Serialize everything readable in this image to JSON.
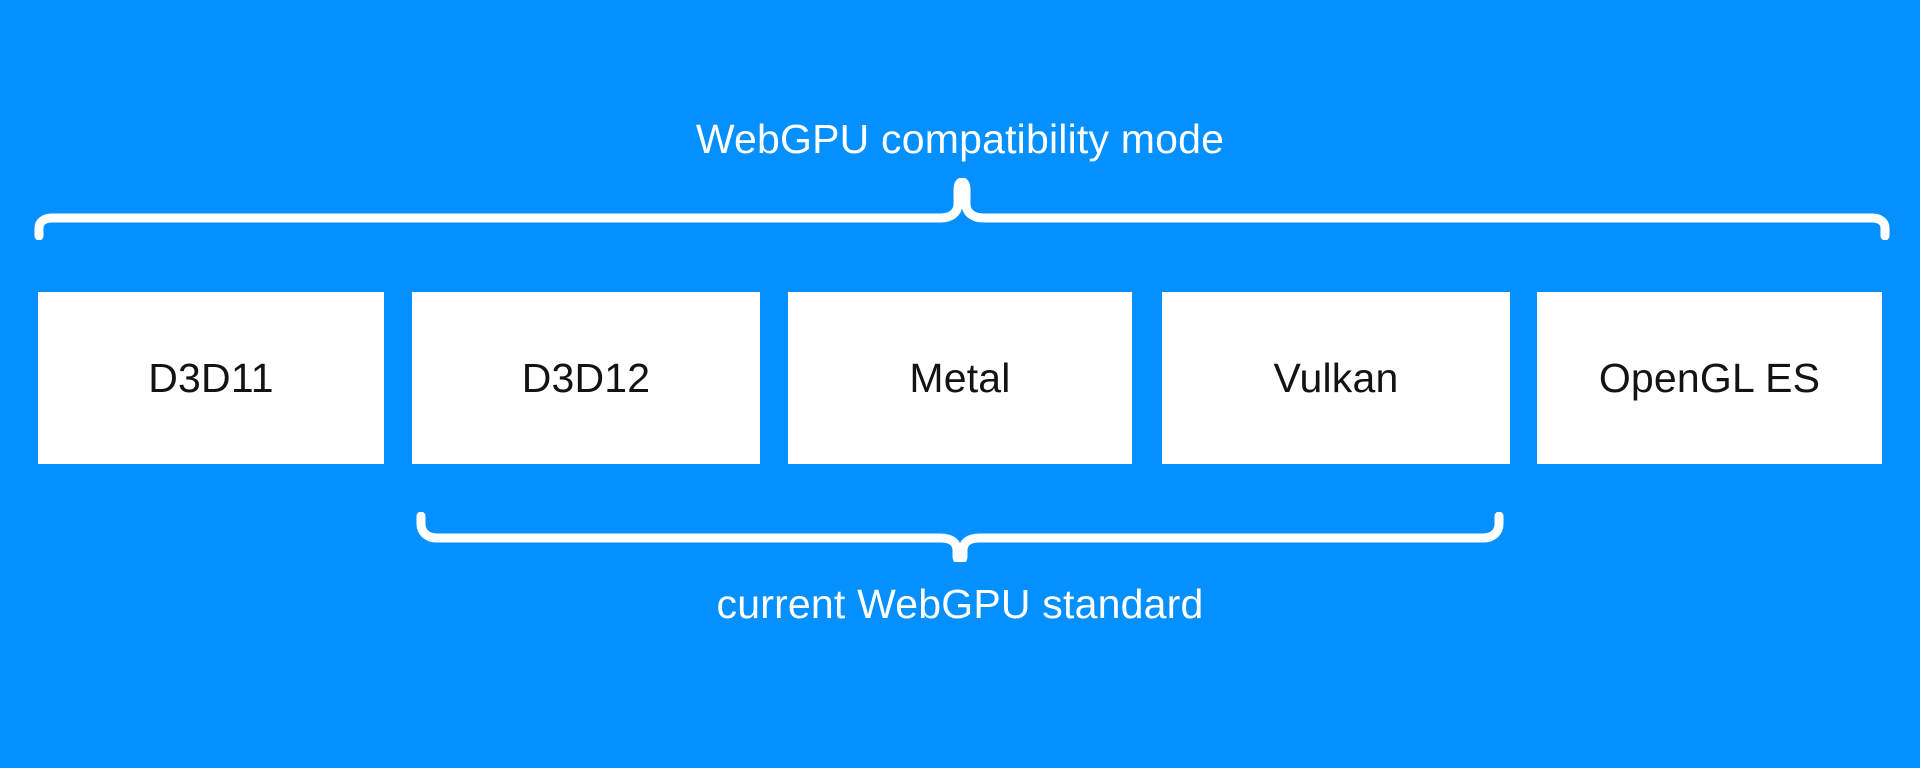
{
  "diagram": {
    "title": "WebGPU compatibility mode",
    "background_color": "#0590ff",
    "box_fill_color": "#ffffff",
    "box_text_color": "#131313",
    "brace_color": "#ffffff",
    "top_brace": {
      "label": "WebGPU compatibility mode",
      "position": "above",
      "spans_boxes": [
        "D3D11",
        "D3D12",
        "Metal",
        "Vulkan",
        "OpenGL ES"
      ]
    },
    "bottom_brace": {
      "label": "current WebGPU standard",
      "position": "below",
      "spans_boxes": [
        "D3D12",
        "Metal",
        "Vulkan"
      ]
    },
    "boxes": [
      {
        "label": "D3D11"
      },
      {
        "label": "D3D12"
      },
      {
        "label": "Metal"
      },
      {
        "label": "Vulkan"
      },
      {
        "label": "OpenGL ES"
      }
    ]
  }
}
